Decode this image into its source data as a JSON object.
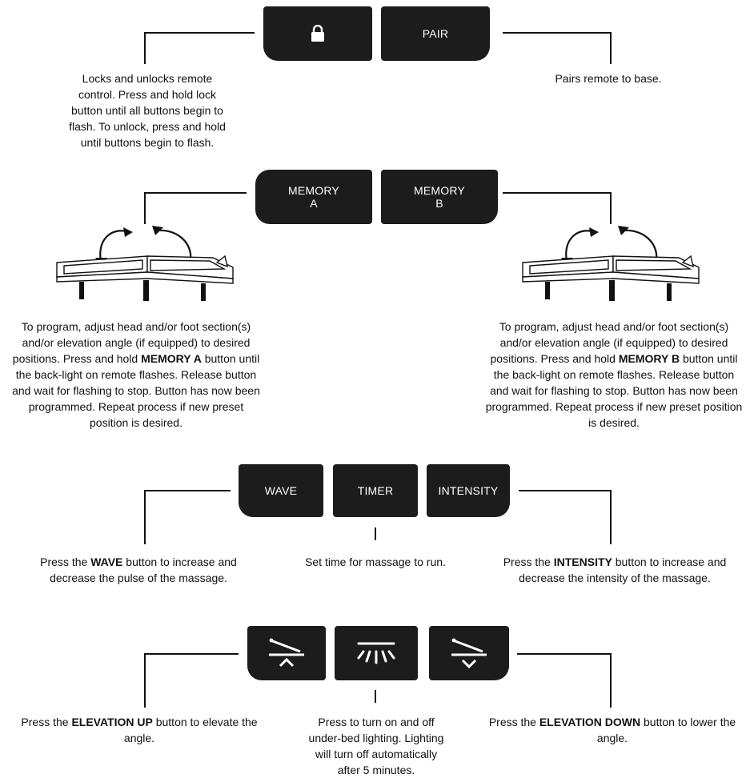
{
  "row1": {
    "lock_button": {
      "icon": "lock-icon"
    },
    "pair_button": {
      "label": "PAIR"
    },
    "lock_desc": "Locks and unlocks remote control. Press and hold lock button until all buttons begin to flash. To unlock, press and hold until buttons begin to flash.",
    "pair_desc": "Pairs remote to base."
  },
  "row2": {
    "memory_a_label": "MEMORY\nA",
    "memory_b_label": "MEMORY\nB",
    "memory_a_desc": {
      "pre": "To program, adjust head and/or foot section(s) and/or elevation angle (if equipped) to desired positions. Press and hold ",
      "bold": "MEMORY A",
      "post": " button until the back-light on remote flashes. Release button and wait for flashing to stop. Button has now been programmed. Repeat process if new preset position is desired."
    },
    "memory_b_desc": {
      "pre": "To program, adjust head and/or foot section(s) and/or elevation angle (if equipped) to desired positions. Press and hold ",
      "bold": "MEMORY B",
      "post": " button until the back-light on remote flashes. Release button and wait for flashing to stop. Button has now been programmed. Repeat process if new preset position is desired."
    }
  },
  "row3": {
    "wave_label": "WAVE",
    "timer_label": "TIMER",
    "intensity_label": "INTENSITY",
    "wave_desc": {
      "pre": "Press the ",
      "bold": "WAVE",
      "post": " button to increase and decrease the pulse of the massage."
    },
    "timer_desc": "Set time for massage to run.",
    "intensity_desc": {
      "pre": "Press the ",
      "bold": "INTENSITY",
      "post": " button to increase and decrease the intensity of the massage."
    }
  },
  "row4": {
    "elev_up_icon": "elevation-up-icon",
    "light_icon": "under-bed-light-icon",
    "elev_down_icon": "elevation-down-icon",
    "elev_up_desc": {
      "pre": "Press the ",
      "bold": "ELEVATION UP",
      "post": " button to elevate the angle."
    },
    "light_desc": "Press to turn on and off under-bed lighting. Lighting will turn off automatically after 5 minutes.",
    "elev_down_desc": {
      "pre": "Press the ",
      "bold": "ELEVATION DOWN",
      "post": " button to lower the angle."
    }
  },
  "colors": {
    "button_bg": "#1c1c1c",
    "button_text": "#ffffff",
    "line": "#111111"
  }
}
